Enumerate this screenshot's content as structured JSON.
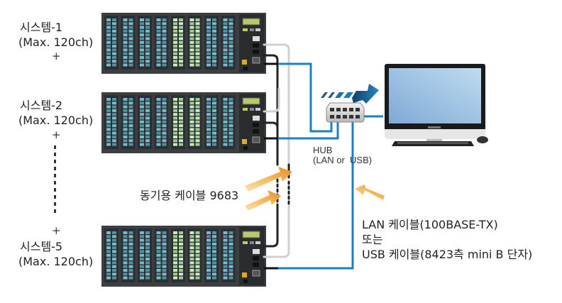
{
  "systems": [
    {
      "name": "시스템-1",
      "spec": "(Max. 120ch)"
    },
    {
      "name": "시스템-2",
      "spec": "(Max. 120ch)"
    },
    {
      "name": "시스템-5",
      "spec": "(Max. 120ch)"
    }
  ],
  "plus_sign": "+",
  "hub": {
    "line1": "HUB",
    "line2": "(LAN or  USB)"
  },
  "sync_cable_label": "동기용 케이블 9683",
  "network_cable_label": {
    "line1": "LAN 케이블(100BASE-TX)",
    "line2": "또는",
    "line3": "USB 케이블(8423측 mini B 단자)"
  },
  "colors": {
    "lan_cable": "#1a7fc4",
    "sync_cable": "#222222",
    "arrow_orange": "#f0a23c",
    "data_arrow_blue": "#1c6fa8",
    "monitor_screen": "#9cc4e6"
  },
  "module_types": [
    "blue",
    "blue",
    "blue",
    "blue",
    "green",
    "green",
    "blue",
    "blue"
  ]
}
